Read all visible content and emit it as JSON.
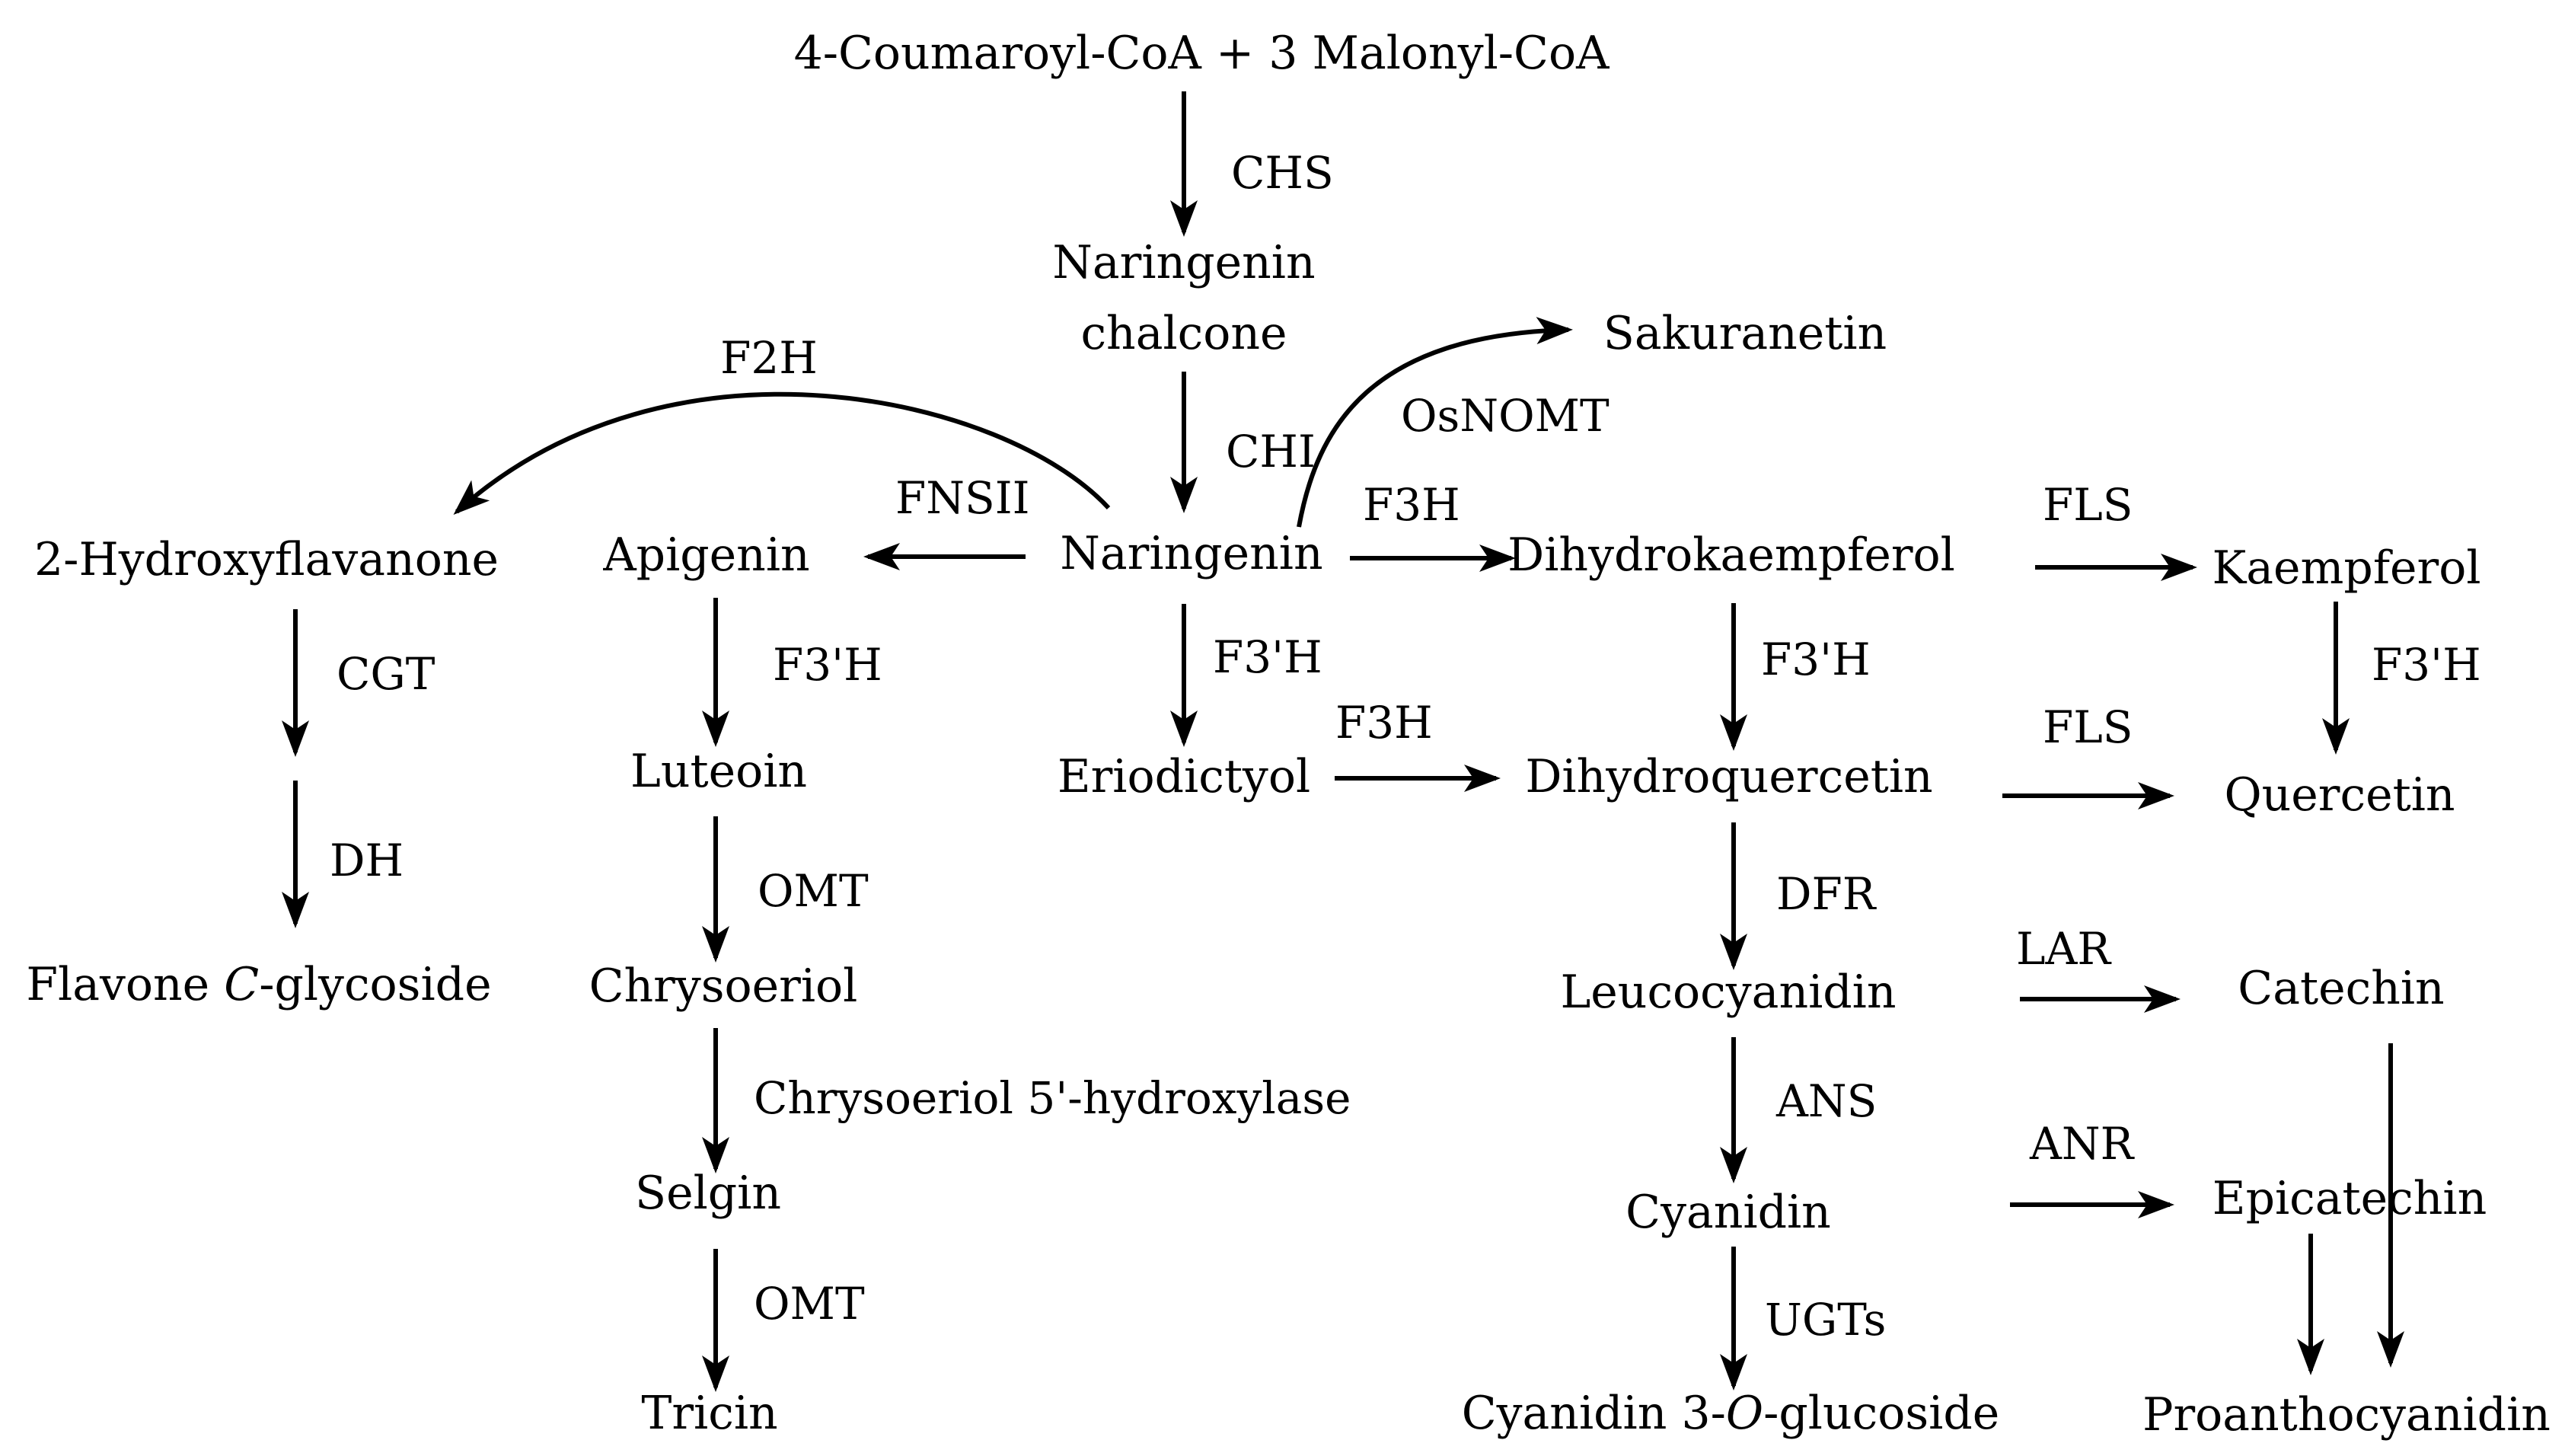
{
  "compounds": {
    "start": "4-Coumaroyl-CoA + 3 Malonyl-CoA",
    "naringenin_chalcone_1": "Naringenin",
    "naringenin_chalcone_2": "chalcone",
    "sakuranetin": "Sakuranetin",
    "naringenin": "Naringenin",
    "hydroxyflavanone": "2-Hydroxyflavanone",
    "apigenin": "Apigenin",
    "dihydrokaempferol": "Dihydrokaempferol",
    "kaempferol": "Kaempferol",
    "flavone_c_glycoside_a": "Flavone ",
    "flavone_c_glycoside_b": "C",
    "flavone_c_glycoside_c": "-glycoside",
    "luteoin": "Luteoin",
    "eriodictyol": "Eriodictyol",
    "dihydroquercetin": "Dihydroquercetin",
    "quercetin": "Quercetin",
    "chrysoeriol": "Chrysoeriol",
    "leucocyanidin": "Leucocyanidin",
    "catechin": "Catechin",
    "selgin": "Selgin",
    "cyanidin": "Cyanidin",
    "epicatechin": "Epicatechin",
    "tricin": "Tricin",
    "cyanidin_glucoside_a": "Cyanidin 3-",
    "cyanidin_glucoside_b": "O",
    "cyanidin_glucoside_c": "-glucoside",
    "proanthocyanidin": "Proanthocyanidin"
  },
  "enzymes": {
    "chs": "CHS",
    "chi": "CHI",
    "osnomt": "OsNOMT",
    "f2h": "F2H",
    "fnsii": "FNSII",
    "f3h_1": "F3H",
    "fls_1": "FLS",
    "cgt": "CGT",
    "f3prime_h_1": "F3'H",
    "f3prime_h_2": "F3'H",
    "f3prime_h_3": "F3'H",
    "f3prime_h_4": "F3'H",
    "f3h_2": "F3H",
    "fls_2": "FLS",
    "dh": "DH",
    "omt_1": "OMT",
    "dfr": "DFR",
    "lar": "LAR",
    "chrysoeriol_5_hydroxylase": "Chrysoeriol 5'-hydroxylase",
    "ans": "ANS",
    "anr": "ANR",
    "omt_2": "OMT",
    "ugts": "UGTs"
  }
}
